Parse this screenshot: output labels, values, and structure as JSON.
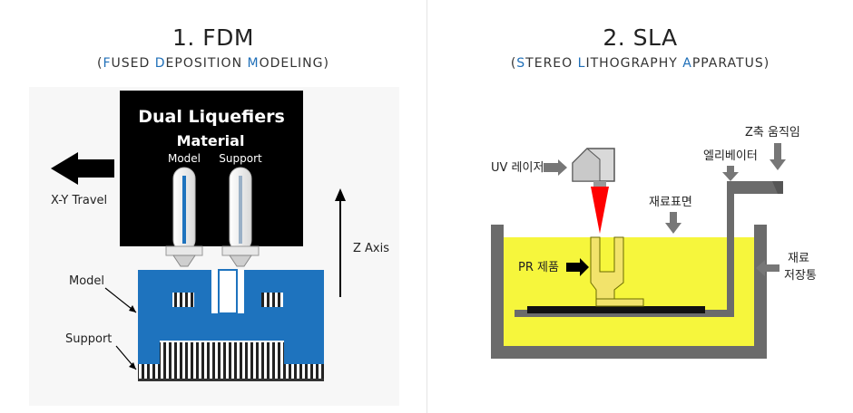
{
  "fdm": {
    "title": "1. FDM",
    "subtitle": {
      "open": "(",
      "w1_first": "F",
      "w1_rest": "USED ",
      "w2_first": "D",
      "w2_rest": "EPOSITION ",
      "w3_first": "M",
      "w3_rest": "ODELING",
      "close": ")"
    },
    "box_title": "Dual Liquefiers",
    "box_material": "Material",
    "nozzle_model": "Model",
    "nozzle_support": "Support",
    "xy_travel": "X-Y Travel",
    "z_axis": "Z Axis",
    "label_model": "Model",
    "label_support": "Support",
    "colors": {
      "model": "#1e73be",
      "support": "#ffffff",
      "box": "#000000"
    }
  },
  "sla": {
    "title": "2. SLA",
    "subtitle": {
      "open": "(",
      "w1_first": "S",
      "w1_rest": "TEREO ",
      "w2_first": "L",
      "w2_rest": "ITHOGRAPHY ",
      "w3_first": "A",
      "w3_rest": "PPARATUS",
      "close": ")"
    },
    "uv_laser": "UV 레이저",
    "z_axis_move": "Z축 움직임",
    "elevator": "엘리베이터",
    "resin_surface": "재료표면",
    "pr_product": "PR 제품",
    "vat_line1": "재료",
    "vat_line2": "저장통",
    "colors": {
      "resin": "#f6f63c",
      "vat": "#6b6b6b",
      "laser": "#ff0000",
      "part": "#f2e36b"
    }
  }
}
